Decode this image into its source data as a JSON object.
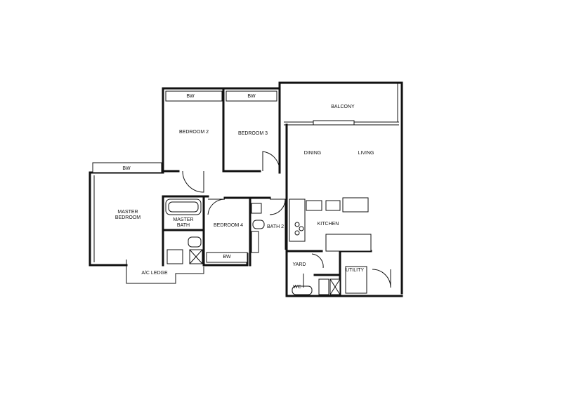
{
  "rooms": {
    "balcony": "BALCONY",
    "dining": "DINING",
    "living": "LIVING",
    "bedroom2": "BEDROOM 2",
    "bedroom3": "BEDROOM 3",
    "master_bedroom_line1": "MASTER",
    "master_bedroom_line2": "BEDROOM",
    "master_bath_line1": "MASTER",
    "master_bath_line2": "BATH",
    "bedroom4": "BEDROOM 4",
    "bath2": "BATH 2",
    "kitchen": "KITCHEN",
    "yard": "YARD",
    "utility": "UTILITY",
    "wc": "WC",
    "ac_ledge": "A/C LEDGE"
  },
  "wardrobes": {
    "bw_bedroom2": "BW",
    "bw_bedroom3": "BW",
    "bw_master": "BW",
    "bw_bedroom4": "BW"
  }
}
